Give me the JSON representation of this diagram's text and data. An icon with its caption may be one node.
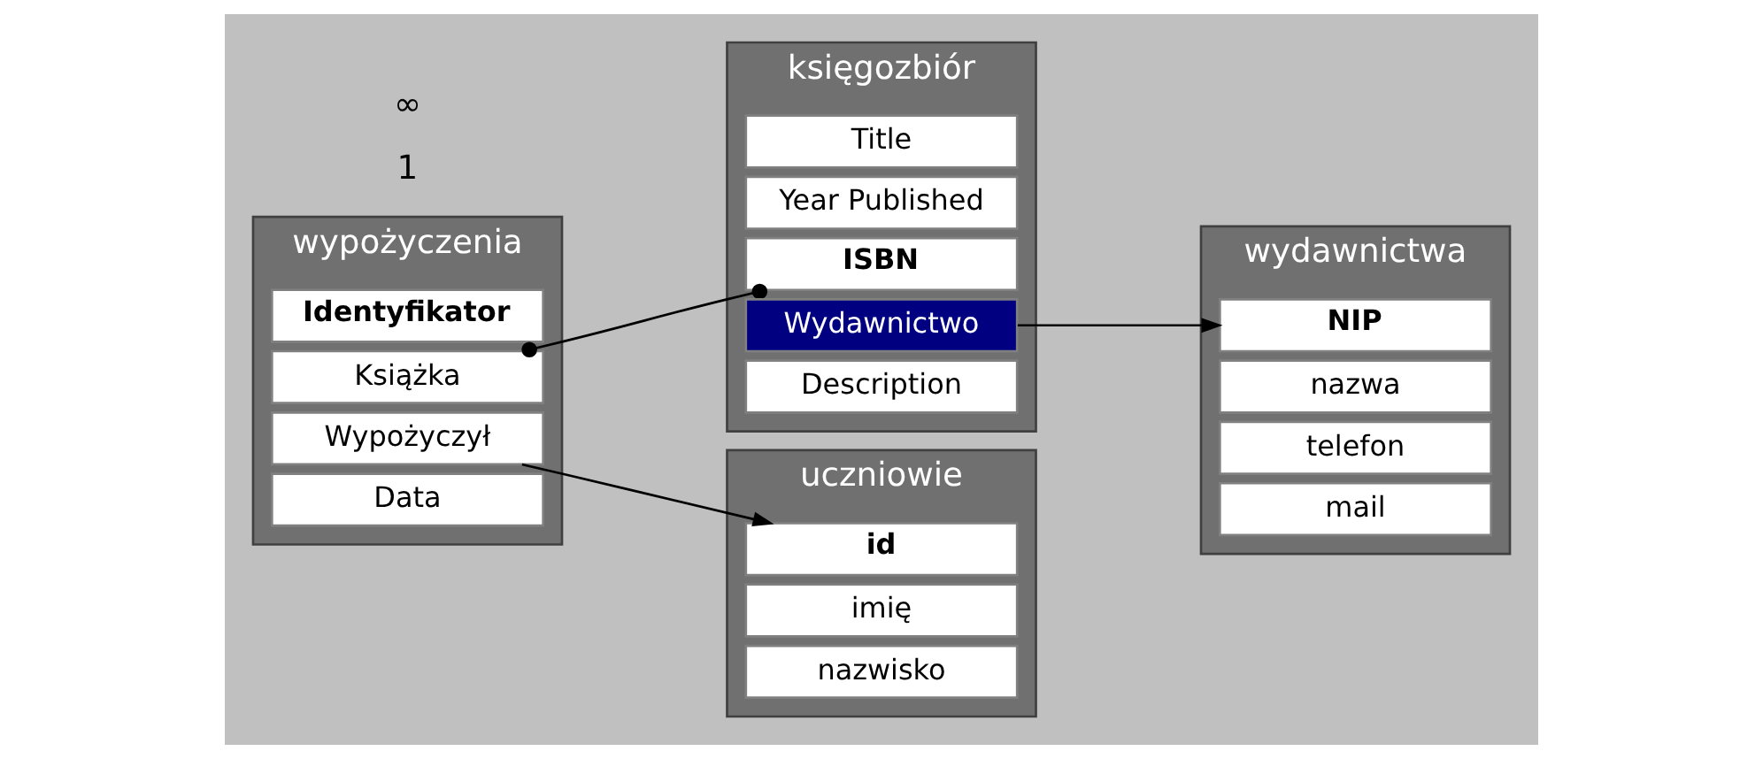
{
  "diagram": {
    "nodes": [
      {
        "text": [
          "uczniowie"
        ]
      },
      {
        "text": [
          "id"
        ],
        "in": 0
      },
      {
        "text": [
          "imię"
        ],
        "in": 0
      },
      {
        "text": [
          "nazwisko"
        ],
        "in": 0
      },
      {
        "text": [
          "wypożyczenia"
        ]
      },
      {
        "text": [
          "Identyfikator"
        ],
        "in": 4
      },
      {
        "text": [
          "Książka"
        ],
        "in": 4
      },
      {
        "text": [
          "Wypożyczył"
        ],
        "in": 4
      },
      {
        "text": [
          "Data"
        ],
        "in": 4
      },
      {
        "text": [
          "księgozbiór"
        ]
      },
      {
        "text": [
          "Title"
        ],
        "in": 9
      },
      {
        "text": [
          "Year Published"
        ],
        "in": 9
      },
      {
        "text": [
          "ISBN"
        ],
        "in": 9
      },
      {
        "text": [
          "Wydawnictwo"
        ],
        "in": 9
      },
      {
        "text": [
          "Description"
        ],
        "in": 9
      },
      {
        "text": [
          "wydawnictwa"
        ]
      },
      {
        "text": [
          "NIP"
        ],
        "in": 15
      },
      {
        "text": [
          "nazwa"
        ],
        "in": 15
      },
      {
        "text": [
          "telefon"
        ],
        "in": 15
      },
      {
        "text": [
          "mail"
        ],
        "in": 15
      }
    ],
    "edges": [
      {
        "from": 7,
        "to": 1,
        "arrow": "to"
      },
      {
        "from": 6,
        "to": 12,
        "arrow": "other"
      },
      {
        "from": 13,
        "to": 16,
        "arrow": "to"
      }
    ],
    "labels": [
      "1",
      "∞"
    ]
  }
}
